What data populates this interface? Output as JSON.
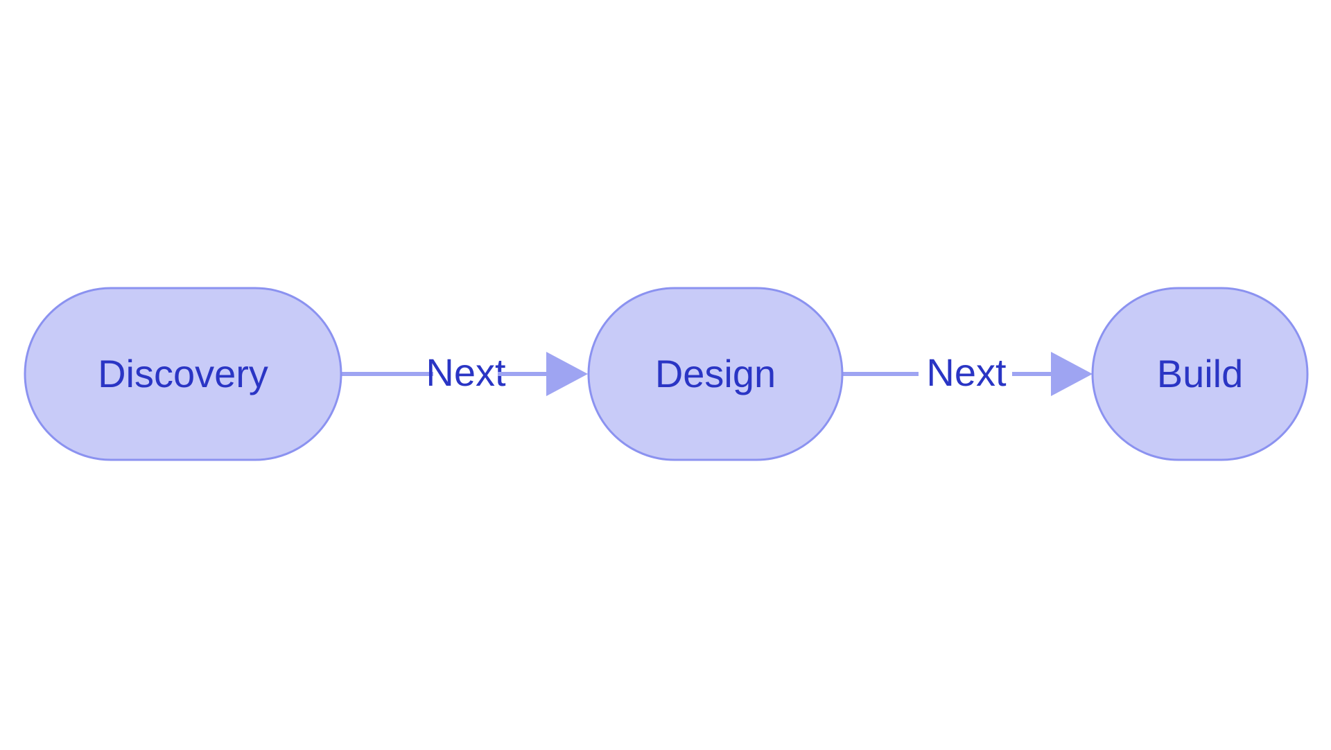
{
  "diagram": {
    "type": "flowchart",
    "direction": "left-to-right",
    "background_color": "#ffffff",
    "node_fill_color": "#c8cbf8",
    "node_stroke_color": "#8b92f0",
    "node_text_color": "#2a35c4",
    "edge_color": "#9ea4f2",
    "edge_text_color": "#2a35c4",
    "nodes": [
      {
        "id": "discovery",
        "label": "Discovery",
        "shape": "stadium"
      },
      {
        "id": "design",
        "label": "Design",
        "shape": "stadium"
      },
      {
        "id": "build",
        "label": "Build",
        "shape": "stadium"
      }
    ],
    "edges": [
      {
        "id": "e1",
        "from": "discovery",
        "to": "design",
        "label": "Next",
        "arrow": "triangle"
      },
      {
        "id": "e2",
        "from": "design",
        "to": "build",
        "label": "Next",
        "arrow": "triangle"
      }
    ]
  }
}
